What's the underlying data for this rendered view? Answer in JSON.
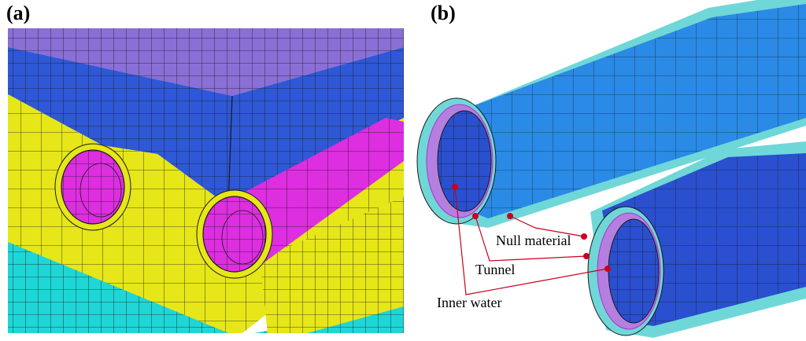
{
  "panels": {
    "a": {
      "label": "(a)"
    },
    "b": {
      "label": "(b)"
    }
  },
  "callouts": {
    "null_material": "Null material",
    "tunnel": "Tunnel",
    "inner_water": "Inner water"
  },
  "colors": {
    "top_layer": "#8a6fd6",
    "upper_layer": "#2f58d6",
    "soil_layer": "#e6e619",
    "base_layer": "#1fd6d6",
    "tunnel_pink": "#dd2ee0",
    "tube_blue": "#2a8ae6",
    "tube_face": "#2a4fcf",
    "null_layer": "#6fd7d7",
    "marker": "#c8001e"
  }
}
